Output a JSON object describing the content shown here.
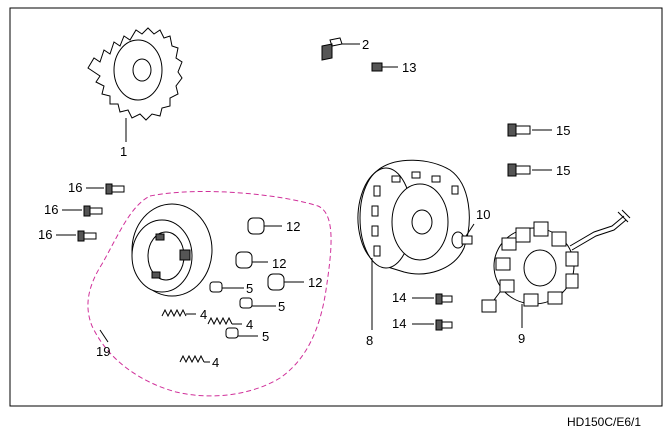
{
  "callouts": {
    "c1": "1",
    "c2": "2",
    "c13": "13",
    "c15a": "15",
    "c15b": "15",
    "c16a": "16",
    "c16b": "16",
    "c16c": "16",
    "c12a": "12",
    "c12b": "12",
    "c12c": "12",
    "c10": "10",
    "c5a": "5",
    "c5b": "5",
    "c5c": "5",
    "c4a": "4",
    "c4b": "4",
    "c4c": "4",
    "c14a": "14",
    "c14b": "14",
    "c19": "19",
    "c8": "8",
    "c9": "9"
  },
  "reference_code": "HD150C/E6/1",
  "colors": {
    "group_outline": "#d0309a",
    "ink": "#000000",
    "frame": "#000000"
  }
}
